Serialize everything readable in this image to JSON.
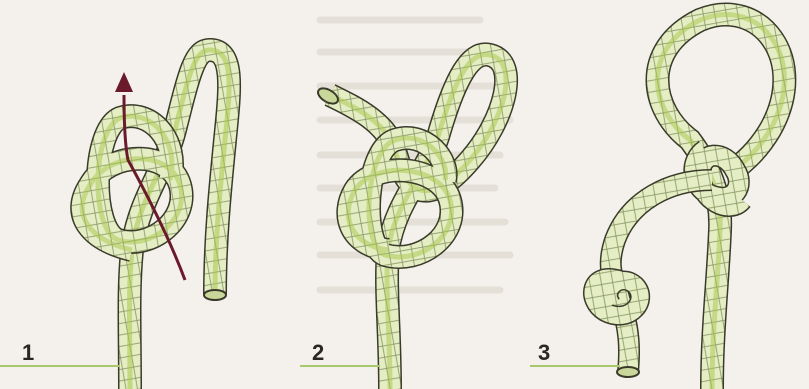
{
  "steps": [
    {
      "number": "1"
    },
    {
      "number": "2"
    },
    {
      "number": "3"
    }
  ],
  "colors": {
    "background": "#f4f1ec",
    "rope_fill": "#dfe9b8",
    "rope_core": "#a7c64a",
    "rope_outline": "#3a3a2a",
    "step_line": "#a8c96b",
    "arrow": "#6b1a2c",
    "ghost_text": "#dcd6cc"
  },
  "icons": [
    "rope-knot-illustration",
    "direction-arrow-icon"
  ]
}
